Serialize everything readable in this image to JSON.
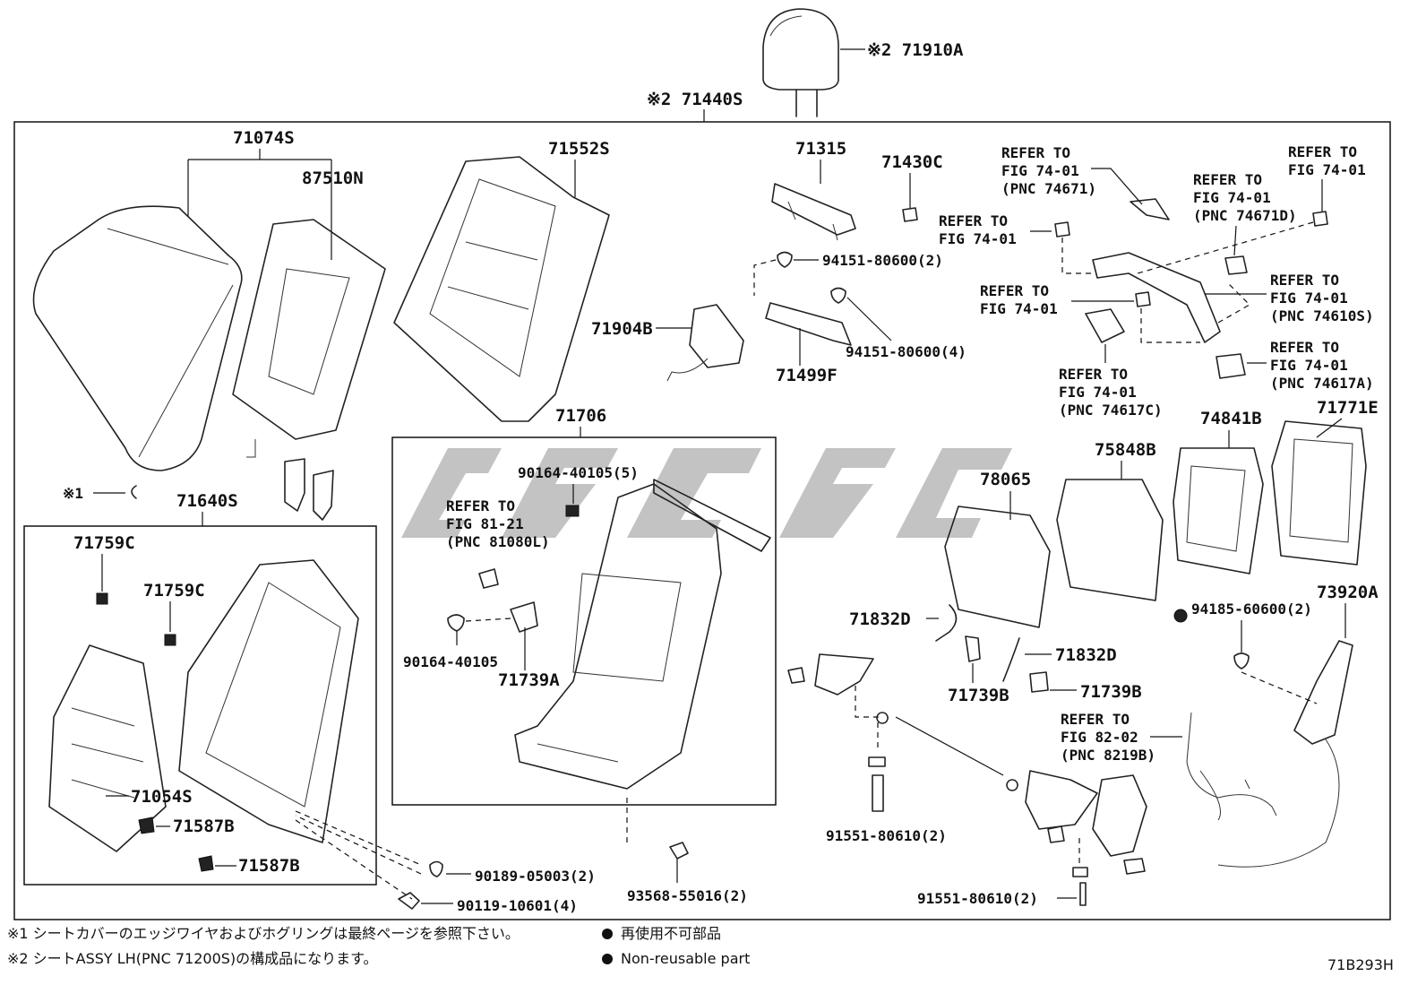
{
  "diagram": {
    "drawing_code": "71B293H",
    "part_numbers": {
      "headrest": "※2 71910A",
      "seatback_assy": "※2 71440S",
      "cover": "71074S",
      "heater": "87510N",
      "pad": "71552S",
      "frame_assy": "71640S",
      "clip_c_1": "71759C",
      "clip_c_2": "71759C",
      "spring": "71054S",
      "clip_b_1": "71587B",
      "clip_b_2": "71587B",
      "board": "71706",
      "bolt_5": "90164-40105(5)",
      "bolt_1": "90164-40105",
      "hook": "71739A",
      "lumbar": "71904B",
      "bracket": "71315",
      "clip_430": "71430C",
      "nut_2": "94151-80600(2)",
      "nut_4": "94151-80600(4)",
      "plate": "71499F",
      "board_78065": "78065",
      "pad_75848": "75848B",
      "panel_74841": "74841B",
      "cover_71771": "71771E",
      "hook_d_1": "71832D",
      "hook_d_2": "71832D",
      "hook_b_1": "71739B",
      "hook_b_2": "71739B",
      "nut_nonreuse": "94185-60600(2)",
      "airbag": "73920A",
      "bolt_91551_a": "91551-80610(2)",
      "bolt_91551_b": "91551-80610(2)",
      "screw_90189": "90189-05003(2)",
      "bolt_90119": "90119-10601(4)",
      "screw_93568": "93568-55016(2)",
      "marker_1": "※1"
    },
    "refer_labels": {
      "fig_81_21": [
        "REFER TO",
        "FIG 81-21",
        "(PNC 81080L)"
      ],
      "fig_74_01_a": [
        "REFER TO",
        "FIG 74-01",
        "(PNC 74671)"
      ],
      "fig_74_01_b": [
        "REFER TO",
        "FIG 74-01"
      ],
      "fig_74_01_c": [
        "REFER TO",
        "FIG 74-01",
        "(PNC 74671D)"
      ],
      "fig_74_01_d": [
        "REFER TO",
        "FIG 74-01"
      ],
      "fig_74_01_e": [
        "REFER TO",
        "FIG 74-01"
      ],
      "fig_74_01_f": [
        "REFER TO",
        "FIG 74-01",
        "(PNC 74610S)"
      ],
      "fig_74_01_g": [
        "REFER TO",
        "FIG 74-01",
        "(PNC 74617A)"
      ],
      "fig_74_01_h": [
        "REFER TO",
        "FIG 74-01",
        "(PNC 74617C)"
      ],
      "fig_82_02": [
        "REFER TO",
        "FIG 82-02",
        "(PNC 8219B)"
      ]
    },
    "footnotes": {
      "note1": "※1 シートカバーのエッジワイヤおよびホグリングは最終ページを参照下さい。",
      "note2": "※2 シートASSY LH(PNC 71200S)の構成品になります。",
      "legend_jp": "再使用不可部品",
      "legend_en": "Non-reusable part"
    }
  }
}
